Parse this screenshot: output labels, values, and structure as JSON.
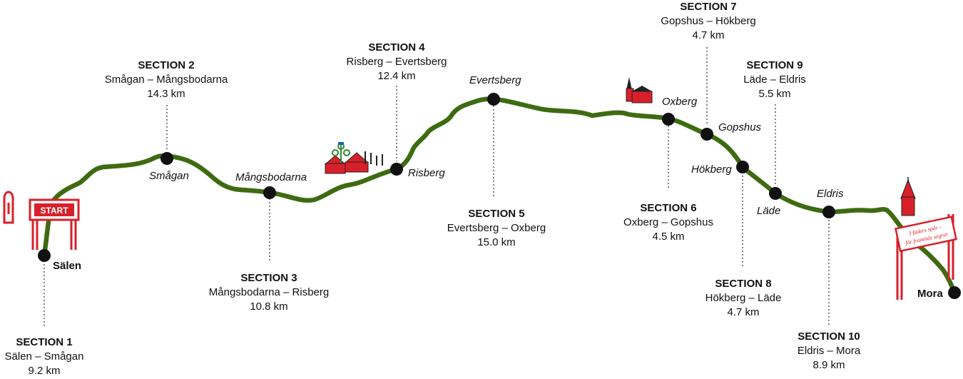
{
  "route": {
    "start_sign": "START",
    "finish_sign_line1": "I fäders spår -",
    "finish_sign_line2": "för framtids segrar",
    "accent_color": "#d8202a",
    "trail_color": "#3e6b12",
    "places": [
      {
        "name": "Sälen"
      },
      {
        "name": "Smågan"
      },
      {
        "name": "Mångsbodarna"
      },
      {
        "name": "Risberg"
      },
      {
        "name": "Evertsberg"
      },
      {
        "name": "Oxberg"
      },
      {
        "name": "Gopshus"
      },
      {
        "name": "Hökberg"
      },
      {
        "name": "Läde"
      },
      {
        "name": "Eldris"
      },
      {
        "name": "Mora"
      }
    ],
    "sections": [
      {
        "title": "SECTION 1",
        "route": "Sälen – Smågan",
        "distance": "9.2 km"
      },
      {
        "title": "SECTION 2",
        "route": "Smågan – Mångsbodarna",
        "distance": "14.3 km"
      },
      {
        "title": "SECTION 3",
        "route": "Mångsbodarna – Risberg",
        "distance": "10.8 km"
      },
      {
        "title": "SECTION 4",
        "route": "Risberg – Evertsberg",
        "distance": "12.4 km"
      },
      {
        "title": "SECTION 5",
        "route": "Evertsberg – Oxberg",
        "distance": "15.0 km"
      },
      {
        "title": "SECTION 6",
        "route": "Oxberg – Gopshus",
        "distance": "4.5 km"
      },
      {
        "title": "SECTION 7",
        "route": "Gopshus – Hökberg",
        "distance": "4.7 km"
      },
      {
        "title": "SECTION 8",
        "route": "Hökberg – Läde",
        "distance": "4.7 km"
      },
      {
        "title": "SECTION 9",
        "route": "Läde – Eldris",
        "distance": "5.5 km"
      },
      {
        "title": "SECTION 10",
        "route": "Eldris – Mora",
        "distance": "8.9 km"
      }
    ]
  }
}
